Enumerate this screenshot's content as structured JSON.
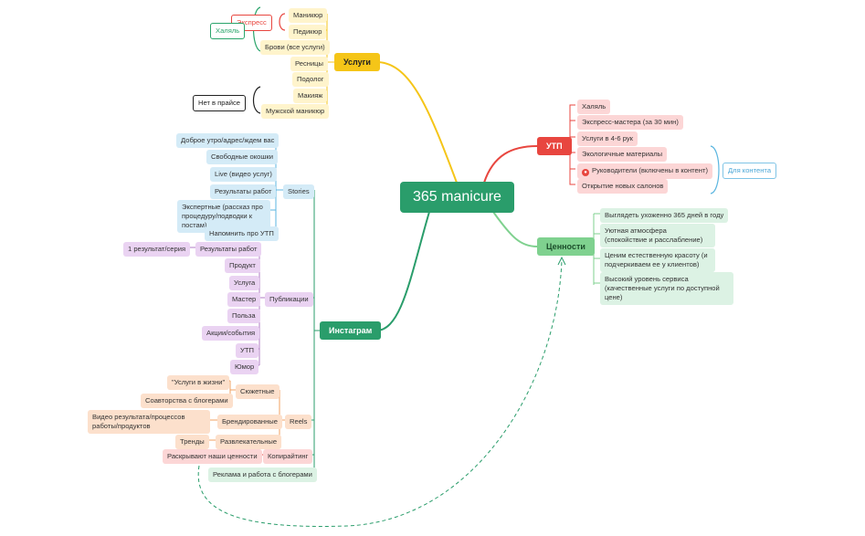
{
  "central": "365 manicure",
  "colors": {
    "yellow": "#f5c518",
    "red": "#e8463f",
    "green_light": "#7fd18f",
    "green_dark": "#2a9d6b",
    "blue": "#5bb6e0",
    "purple": "#b07cc6",
    "orange": "#f0a061"
  },
  "uslugi": {
    "title": "Услуги",
    "items": [
      "Маникюр",
      "Педикюр",
      "Брови (все услуги)",
      "Ресницы",
      "Подолог",
      "Макияж",
      "Мужской маникюр"
    ],
    "tag_express": "Экспресс",
    "tag_halal": "Халяль",
    "tag_not_in_price": "Нет в прайсе"
  },
  "utp": {
    "title": "УТП",
    "items": [
      "Халяль",
      "Экспресс-мастера (за 30 мин)",
      "Услуги в 4-6 рук",
      "Экологичные материалы",
      "Руководители (включены в контент)",
      "Открытие новых салонов"
    ],
    "tag_content": "Для контента",
    "person_icon": "person-icon"
  },
  "cennosti": {
    "title": "Ценности",
    "items": [
      "Выглядеть ухоженно 365 дней в году",
      "Уютная атмосфера (спокойствие и расслабление)",
      "Ценим естественную красоту (и подчеркиваем ее у клиентов)",
      "Высокий уровень сервиса (качественные услуги по доступной цене)"
    ]
  },
  "instagram": {
    "title": "Инстаграм",
    "stories": {
      "label": "Stories",
      "items": [
        "Доброе утро/адрес/ждем вас",
        "Свободные окошки",
        "Live (видео услуг)",
        "Результаты работ",
        "Экспертные (рассказ про процедуру/подводки к постам)",
        "Напомнить про УТП"
      ]
    },
    "publications": {
      "label": "Публикации",
      "items": [
        "Результаты работ",
        "Продукт",
        "Услуга",
        "Мастер",
        "Польза",
        "Акции/события",
        "УТП",
        "Юмор"
      ],
      "sub_results": "1 результат/серия"
    },
    "reels": {
      "label": "Reels",
      "syuzhetnye": "Сюжетные",
      "syuzhetnye_items": [
        "\"Услуги в жизни\"",
        "Соавторства с блогерами"
      ],
      "brand": "Брендированные",
      "brand_items": [
        "Видео результата/процессов работы/продуктов"
      ],
      "fun": "Развлекательные",
      "fun_items": [
        "Тренды"
      ]
    },
    "copywriting": {
      "label": "Копирайтинг",
      "items": [
        "Раскрывают наши ценности"
      ]
    },
    "ads": "Реклама и работа с блогерами"
  }
}
